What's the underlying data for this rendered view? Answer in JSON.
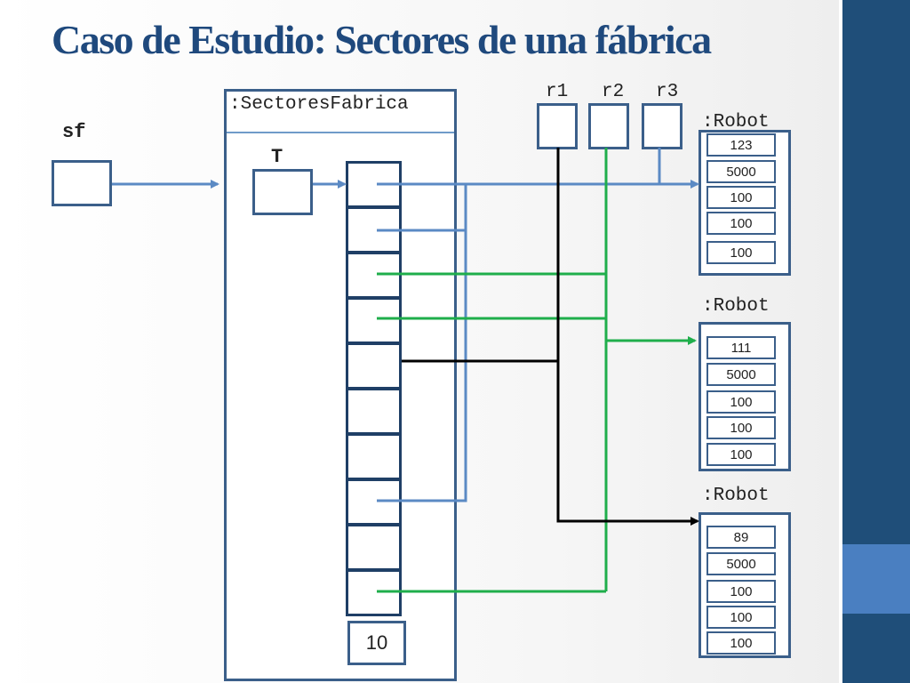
{
  "slide": {
    "title": "Caso de Estudio: Sectores de una fábrica"
  },
  "diagram": {
    "variable_label": "sf",
    "object_label": ":SectoresFabrica",
    "field_label": "T",
    "array_length": "10",
    "refs": [
      "r1",
      "r2",
      "r3"
    ],
    "robots": [
      {
        "label": ":Robot",
        "values": [
          "123",
          "5000",
          "100",
          "100",
          "100"
        ]
      },
      {
        "label": ":Robot",
        "values": [
          "111",
          "5000",
          "100",
          "100",
          "100"
        ]
      },
      {
        "label": ":Robot",
        "values": [
          "89",
          "5000",
          "100",
          "100",
          "100"
        ]
      }
    ]
  },
  "colors": {
    "blue_ref": "#5b8ac4",
    "green_ref": "#1fae4b",
    "black_ref": "#000000",
    "title": "#1f497d",
    "sidebar": "#1f4e79"
  }
}
